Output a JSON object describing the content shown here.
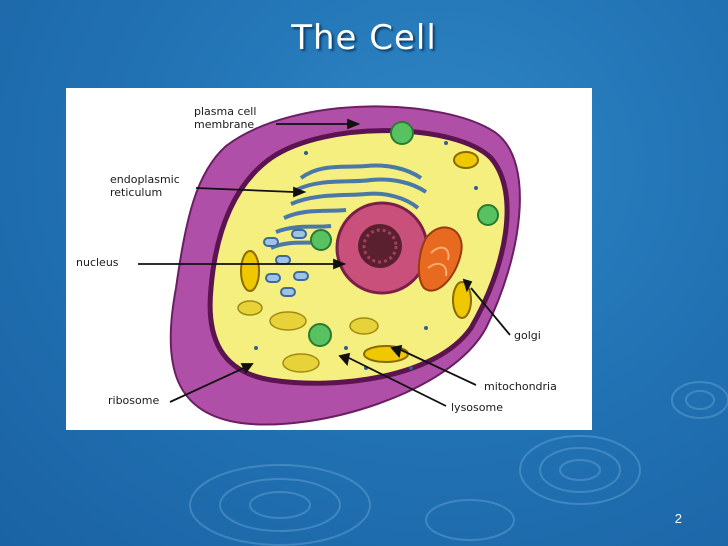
{
  "slide": {
    "title": "The Cell",
    "page_number": "2",
    "background_color": "#2274b5"
  },
  "diagram": {
    "labels": {
      "plasma_membrane_line1": "plasma cell",
      "plasma_membrane_line2": "membrane",
      "er_line1": "endoplasmic",
      "er_line2": "reticulum",
      "nucleus": "nucleus",
      "golgi": "golgi",
      "mitochondria": "mitochondria",
      "lysosome": "lysosome",
      "ribosome": "ribosome"
    },
    "colors": {
      "cell_wall": "#b04fa8",
      "membrane": "#5c1450",
      "cytoplasm": "#f4ef7e",
      "nucleus": "#c8507a",
      "golgi": "#e86a20",
      "organelle_green": "#58c260",
      "er_blue": "#6f9bc7",
      "mitochondria": "#f0c800"
    }
  }
}
